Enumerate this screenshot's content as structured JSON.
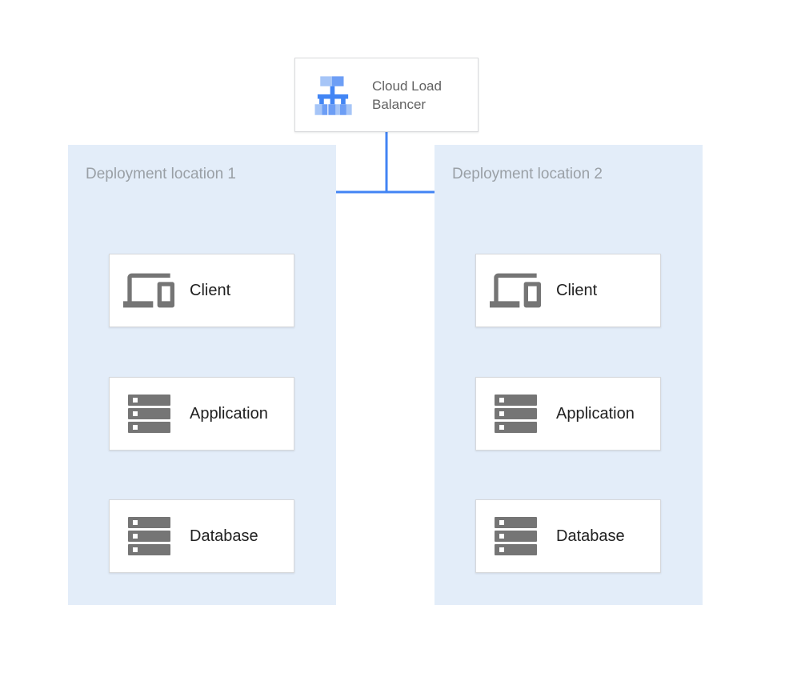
{
  "load_balancer": {
    "label": "Cloud Load Balancer",
    "icon": "load-balancer-icon"
  },
  "regions": [
    {
      "title": "Deployment location 1",
      "nodes": [
        {
          "label": "Client",
          "icon": "devices-icon"
        },
        {
          "label": "Application",
          "icon": "server-stack-icon"
        },
        {
          "label": "Database",
          "icon": "server-stack-icon"
        }
      ]
    },
    {
      "title": "Deployment location 2",
      "nodes": [
        {
          "label": "Client",
          "icon": "devices-icon"
        },
        {
          "label": "Application",
          "icon": "server-stack-icon"
        },
        {
          "label": "Database",
          "icon": "server-stack-icon"
        }
      ]
    }
  ],
  "colors": {
    "canvas_bg": "#ffffff",
    "region_bg": "#e3edf9",
    "connector_blue": "#4284f4",
    "node_border": "#d6d8db",
    "node_label": "#212121",
    "region_title": "#9aa0a6",
    "lb_label": "#616161",
    "icon_gray": "#757575",
    "icon_white": "#ffffff",
    "lb_icon_light": "#a6c5f7",
    "lb_icon_medium": "#6d9ef5",
    "lb_icon_dark": "#4285f4"
  }
}
